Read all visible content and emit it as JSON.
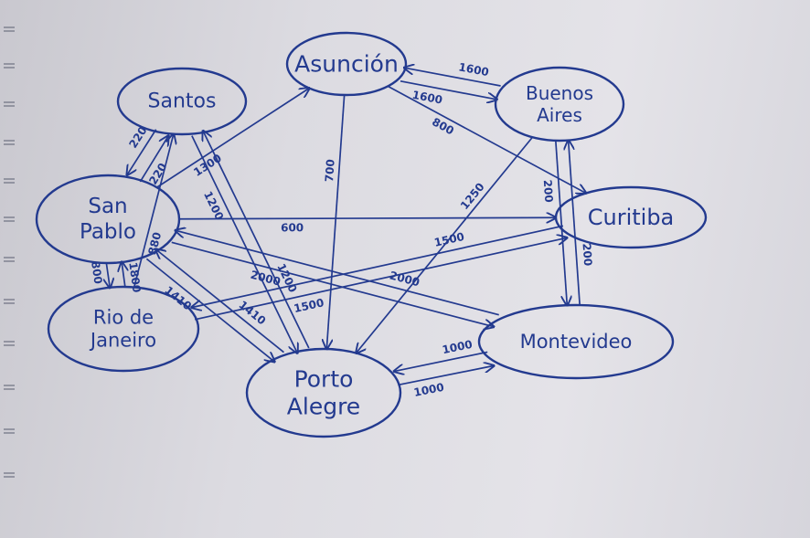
{
  "diagram": {
    "nodes": [
      {
        "id": "asuncion",
        "lines": [
          "Asunción"
        ]
      },
      {
        "id": "santos",
        "lines": [
          "Santos"
        ]
      },
      {
        "id": "buenos_aires",
        "lines": [
          "Buenos",
          "Aires"
        ]
      },
      {
        "id": "san_pablo",
        "lines": [
          "San",
          "Pablo"
        ]
      },
      {
        "id": "curitiba",
        "lines": [
          "Curitiba"
        ]
      },
      {
        "id": "rio",
        "lines": [
          "Rio de",
          "Janeiro"
        ]
      },
      {
        "id": "montevideo",
        "lines": [
          "Montevideo"
        ]
      },
      {
        "id": "porto_alegre",
        "lines": [
          "Porto",
          "Alegre"
        ]
      }
    ],
    "edges": [
      {
        "from": "asuncion",
        "to": "buenos_aires",
        "weight": "1600"
      },
      {
        "from": "buenos_aires",
        "to": "asuncion",
        "weight": "1600"
      },
      {
        "from": "asuncion",
        "to": "curitiba",
        "weight": "800"
      },
      {
        "from": "asuncion",
        "to": "porto_alegre",
        "weight": "700"
      },
      {
        "from": "buenos_aires",
        "to": "porto_alegre",
        "weight": "1250"
      },
      {
        "from": "buenos_aires",
        "to": "montevideo",
        "weight": "200"
      },
      {
        "from": "montevideo",
        "to": "buenos_aires",
        "weight": "200"
      },
      {
        "from": "san_pablo",
        "to": "santos",
        "weight": "220"
      },
      {
        "from": "santos",
        "to": "san_pablo",
        "weight": "220"
      },
      {
        "from": "san_pablo",
        "to": "asuncion",
        "weight": "1300"
      },
      {
        "from": "san_pablo",
        "to": "curitiba",
        "weight": "600"
      },
      {
        "from": "santos",
        "to": "porto_alegre",
        "weight": "1200"
      },
      {
        "from": "porto_alegre",
        "to": "santos",
        "weight": "1200"
      },
      {
        "from": "san_pablo",
        "to": "rio",
        "weight": "800"
      },
      {
        "from": "rio",
        "to": "san_pablo",
        "weight": "1800"
      },
      {
        "from": "san_pablo",
        "to": "montevideo",
        "weight": "2000"
      },
      {
        "from": "montevideo",
        "to": "san_pablo",
        "weight": "2000"
      },
      {
        "from": "san_pablo",
        "to": "porto_alegre",
        "weight": "1410"
      },
      {
        "from": "porto_alegre",
        "to": "san_pablo",
        "weight": "1410"
      },
      {
        "from": "rio",
        "to": "curitiba",
        "weight": "1500"
      },
      {
        "from": "curitiba",
        "to": "rio",
        "weight": "1500"
      },
      {
        "from": "montevideo",
        "to": "porto_alegre",
        "weight": "1000"
      },
      {
        "from": "porto_alegre",
        "to": "montevideo",
        "weight": "1000"
      },
      {
        "from": "rio",
        "to": "santos",
        "weight": "880"
      }
    ]
  },
  "style": {
    "ink": "#233a8f",
    "paper": "#dcdbe1"
  }
}
